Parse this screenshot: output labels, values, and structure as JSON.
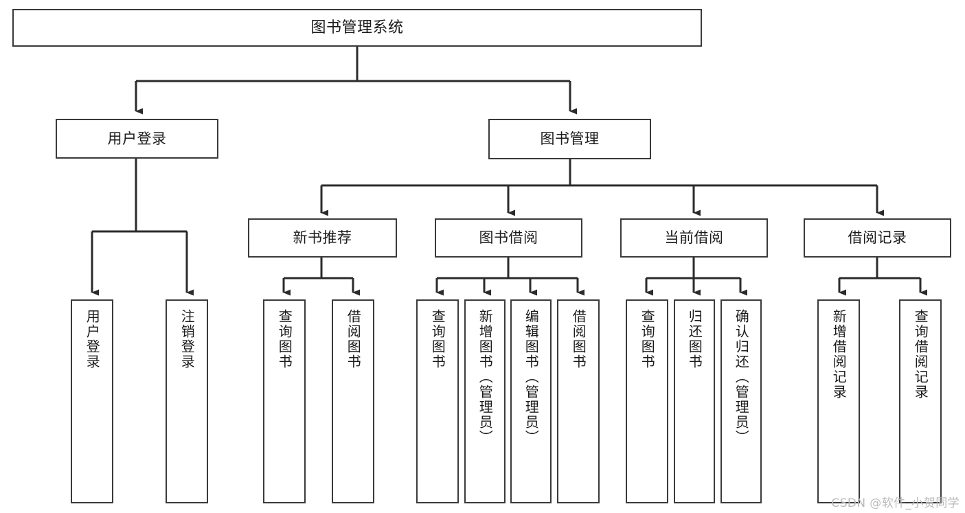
{
  "diagram": {
    "title": "图书管理系统",
    "type": "functional-structure-tree",
    "watermark": "CSDN @软件_小贺同学",
    "colors": {
      "box_border": "#3a3a3a",
      "box_fill": "#ffffff",
      "connector": "#2b2b2b",
      "text": "#1b1b1b",
      "watermark": "#b9b9b9",
      "background": "#ffffff"
    },
    "nodes": {
      "root": {
        "label": "图书管理系统"
      },
      "level2": [
        {
          "label": "用户登录"
        },
        {
          "label": "图书管理"
        }
      ],
      "level3": [
        {
          "label": "新书推荐"
        },
        {
          "label": "图书借阅"
        },
        {
          "label": "当前借阅"
        },
        {
          "label": "借阅记录"
        }
      ],
      "leaves": {
        "user_login": [
          {
            "label": "用户登录"
          },
          {
            "label": "注销登录"
          }
        ],
        "new_book_recommend": [
          {
            "label": "查询图书"
          },
          {
            "label": "借阅图书"
          }
        ],
        "book_borrow": [
          {
            "label": "查询图书"
          },
          {
            "label": "新增图书（管理员）"
          },
          {
            "label": "编辑图书（管理员）"
          },
          {
            "label": "借阅图书"
          }
        ],
        "current_borrow": [
          {
            "label": "查询图书"
          },
          {
            "label": "归还图书"
          },
          {
            "label": "确认归还（管理员）"
          }
        ],
        "borrow_record": [
          {
            "label": "新增借阅记录"
          },
          {
            "label": "查询借阅记录"
          }
        ]
      }
    }
  }
}
